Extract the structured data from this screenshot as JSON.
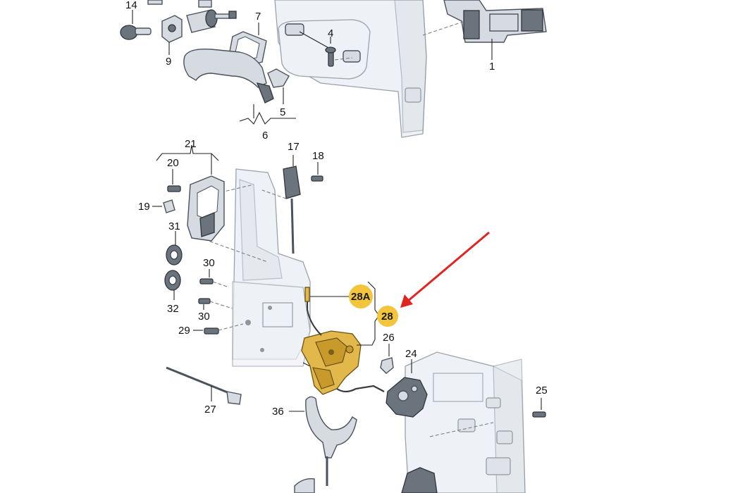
{
  "labels": {
    "l1": "1",
    "l4": "4",
    "l5": "5",
    "l6": "6",
    "l7": "7",
    "l9": "9",
    "l14": "14",
    "l17": "17",
    "l18": "18",
    "l19": "19",
    "l20": "20",
    "l21": "21",
    "l24": "24",
    "l25": "25",
    "l26": "26",
    "l27": "27",
    "l28": "28",
    "l28a": "28A",
    "l29": "29",
    "l30a": "30",
    "l30b": "30",
    "l31": "31",
    "l32": "32",
    "l36": "36"
  },
  "colors": {
    "badge": "#f2c53d",
    "arrow": "#e0241f",
    "part_highlight": "#e3b84a"
  }
}
